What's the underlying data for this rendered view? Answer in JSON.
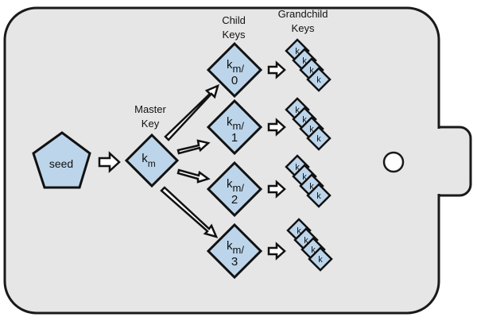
{
  "diagram": {
    "seed_label": "seed",
    "master_label": [
      "Master",
      "Key"
    ],
    "master_key": {
      "base": "k",
      "sub": "m"
    },
    "child_label": [
      "Child",
      "Keys"
    ],
    "grandchild_label": [
      "Grandchild",
      "Keys"
    ],
    "child_keys": [
      {
        "top_base": "k",
        "top_sub": "m/",
        "index": "0"
      },
      {
        "top_base": "k",
        "top_sub": "m/",
        "index": "1"
      },
      {
        "top_base": "k",
        "top_sub": "m/",
        "index": "2"
      },
      {
        "top_base": "k",
        "top_sub": "m/",
        "index": "3"
      }
    ],
    "grandchild_glyph": "k",
    "grandchildren_per_child": 4
  },
  "colors": {
    "wallet_fill": "#e6e6e6",
    "wallet_stroke": "#1a1a1a",
    "key_fill": "#bcd5ea",
    "key_stroke": "#111111",
    "arrow_fill": "#ffffff"
  }
}
